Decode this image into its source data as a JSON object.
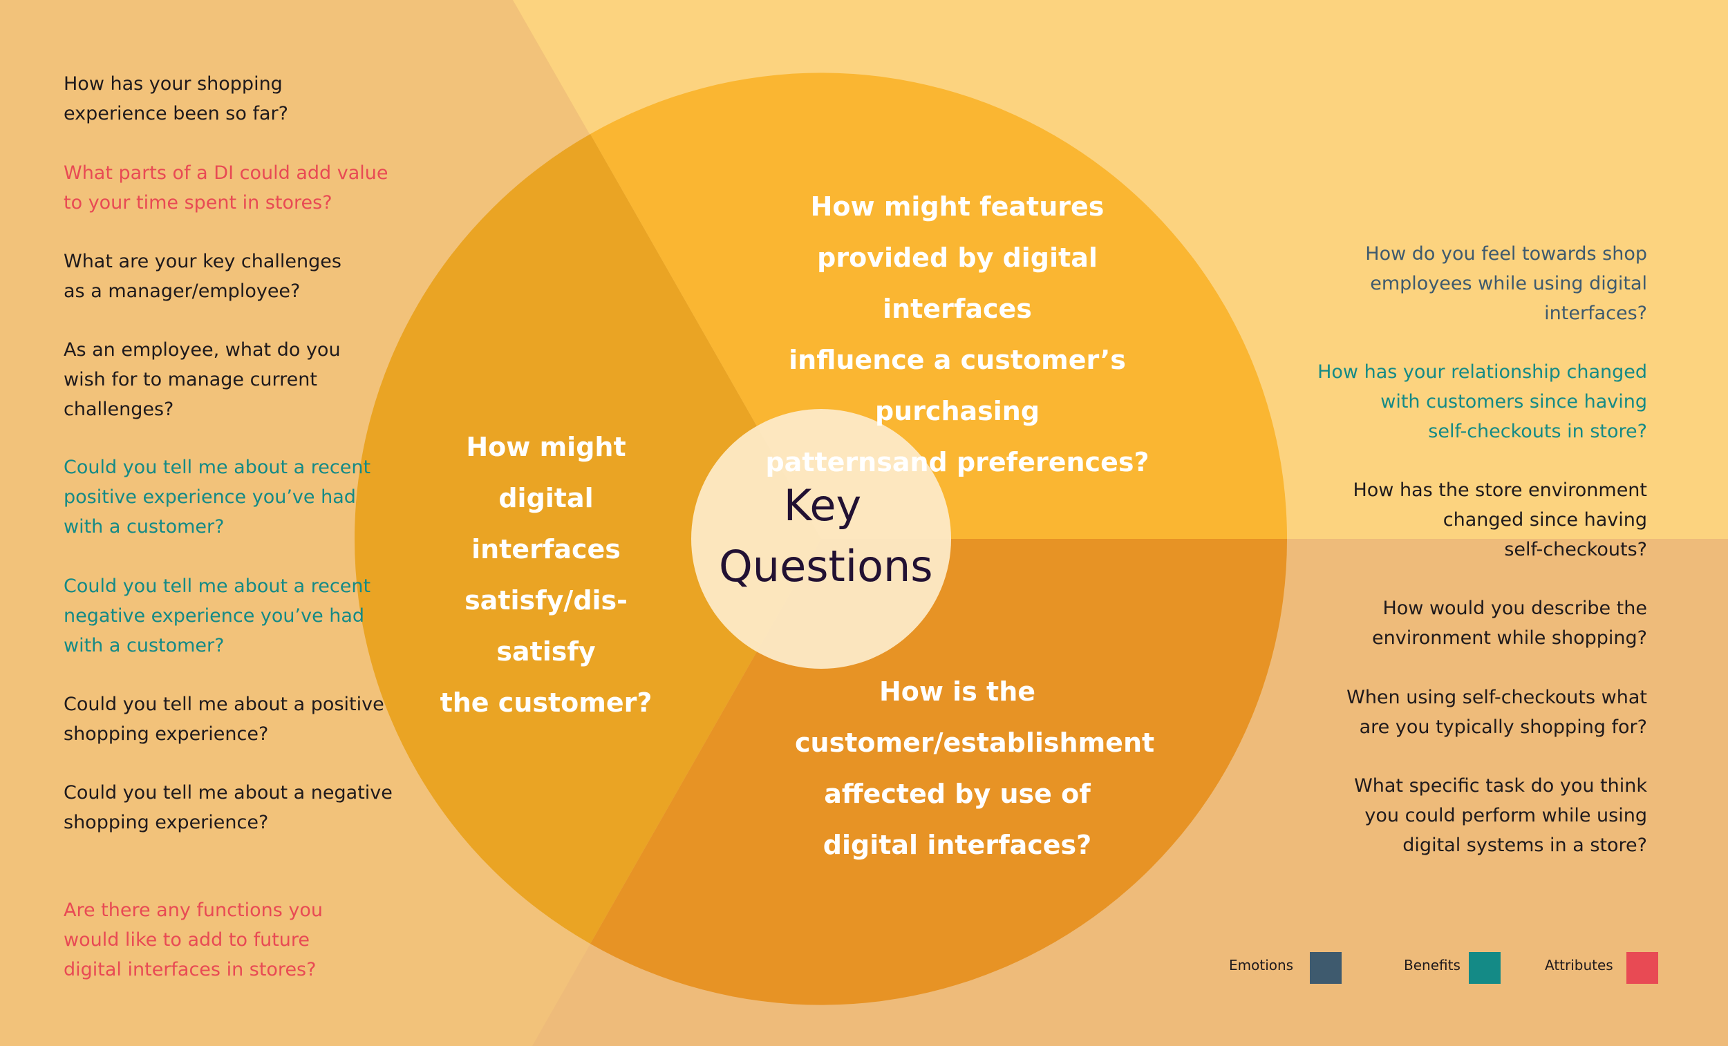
{
  "diagram": {
    "center": {
      "line1": "Key",
      "line2": "Questions"
    },
    "segments": {
      "top_right": "How might features\nprovided by digital interfaces\ninfluence a customer’s purchasing\npatternsand preferences?",
      "left": "How might\ndigital interfaces\nsatisfy/dis-satisfy\nthe customer?",
      "bottom": "How is the\ncustomer/establishment\naffected by use of\ndigital interfaces?"
    }
  },
  "left_questions": [
    {
      "text": "How has your shopping\nexperience been so far?",
      "category": "black"
    },
    {
      "text": "What parts of a DI could add value\nto your time spent in stores?",
      "category": "red"
    },
    {
      "text": "What are your key challenges\nas a manager/employee?",
      "category": "black"
    },
    {
      "text": "As an employee, what do you\n wish for to manage current\nchallenges?",
      "category": "black"
    },
    {
      "text": "Could you tell me about a recent\npositive experience you’ve had\nwith a customer?",
      "category": "teal"
    },
    {
      "text": "Could you tell me about a recent\nnegative experience you’ve had\nwith a customer?",
      "category": "teal"
    },
    {
      "text": "Could you tell me about a positive\nshopping experience?",
      "category": "black"
    },
    {
      "text": "Could you tell me about a negative\nshopping experience?",
      "category": "black"
    },
    {
      "text": "Are there any functions you\nwould like to add to future\ndigital interfaces in stores?",
      "category": "red"
    }
  ],
  "right_questions": [
    {
      "text": "How do you feel towards shop\nemployees while using digital\ninterfaces?",
      "category": "slate"
    },
    {
      "text": "How has your relationship changed\nwith customers since having\nself-checkouts in store?",
      "category": "teal"
    },
    {
      "text": "How has the store environment\nchanged since having\nself-checkouts?",
      "category": "black"
    },
    {
      "text": "How would you describe the\nenvironment while shopping?",
      "category": "black"
    },
    {
      "text": "When using self-checkouts what\nare you typically shopping for?",
      "category": "black"
    },
    {
      "text": "What specific task do you think\nyou could perform while using\ndigital systems in a store?",
      "category": "black"
    }
  ],
  "legend": [
    {
      "label": "Emotions",
      "color": "#3e5a6e"
    },
    {
      "label": "Benefits",
      "color": "#148a86"
    },
    {
      "label": "Attributes",
      "color": "#e84a54"
    }
  ],
  "colors": {
    "bg_left": "#f2c27a",
    "bg_top_right": "#fcd37f",
    "bg_bottom_right": "#eebb7a",
    "seg_top_right": "#fab632",
    "seg_left": "#eaa424",
    "seg_bottom": "#e79325",
    "center": "#fdeccb"
  }
}
